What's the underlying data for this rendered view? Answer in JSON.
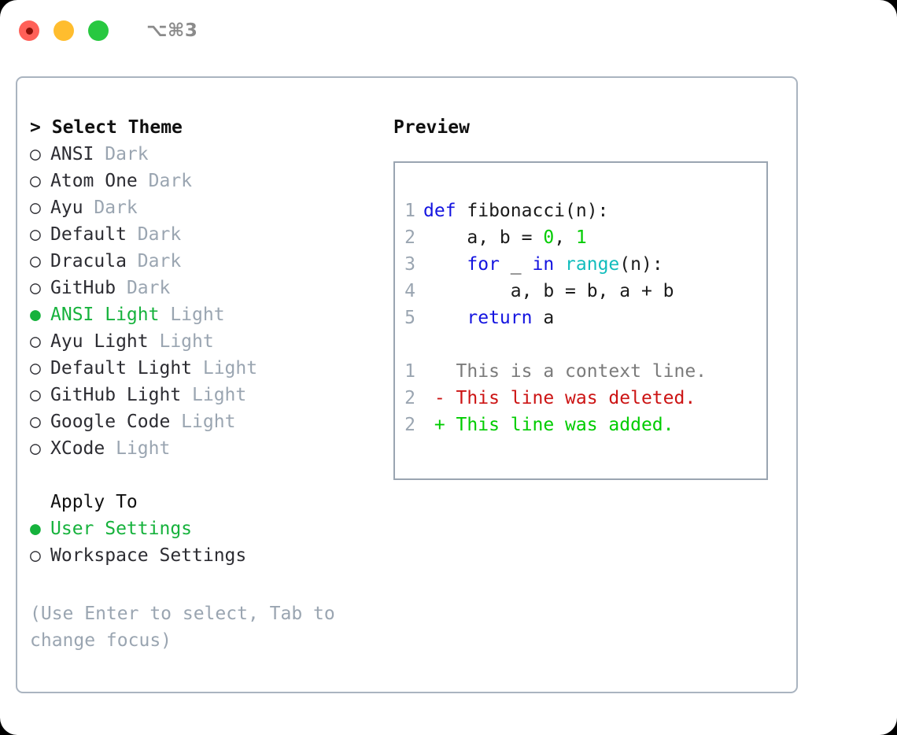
{
  "titlebar": {
    "shortcut": "⌥⌘3",
    "lights": [
      "close-red",
      "minimize-yellow",
      "maximize-green"
    ]
  },
  "theme_picker": {
    "header_marker": ">",
    "header": "Select Theme",
    "items": [
      {
        "marker": "○",
        "label": "ANSI",
        "suffix": "Dark",
        "selected": false
      },
      {
        "marker": "○",
        "label": "Atom One",
        "suffix": "Dark",
        "selected": false
      },
      {
        "marker": "○",
        "label": "Ayu",
        "suffix": "Dark",
        "selected": false
      },
      {
        "marker": "○",
        "label": "Default",
        "suffix": "Dark",
        "selected": false
      },
      {
        "marker": "○",
        "label": "Dracula",
        "suffix": "Dark",
        "selected": false
      },
      {
        "marker": "○",
        "label": "GitHub",
        "suffix": "Dark",
        "selected": false
      },
      {
        "marker": "●",
        "label": "ANSI Light",
        "suffix": "Light",
        "selected": true
      },
      {
        "marker": "○",
        "label": "Ayu Light",
        "suffix": "Light",
        "selected": false
      },
      {
        "marker": "○",
        "label": "Default Light",
        "suffix": "Light",
        "selected": false
      },
      {
        "marker": "○",
        "label": "GitHub Light",
        "suffix": "Light",
        "selected": false
      },
      {
        "marker": "○",
        "label": "Google Code",
        "suffix": "Light",
        "selected": false
      },
      {
        "marker": "○",
        "label": "XCode",
        "suffix": "Light",
        "selected": false
      }
    ]
  },
  "apply_to": {
    "title": "Apply To",
    "items": [
      {
        "marker": "●",
        "label": "User Settings",
        "selected": true
      },
      {
        "marker": "○",
        "label": "Workspace Settings",
        "selected": false
      }
    ]
  },
  "hint": "(Use Enter to select, Tab to change focus)",
  "preview": {
    "title": "Preview",
    "code_lines": [
      {
        "num": "1",
        "tokens": [
          {
            "t": "def ",
            "c": "kw"
          },
          {
            "t": "fibonacci(n):",
            "c": "plain"
          }
        ]
      },
      {
        "num": "2",
        "tokens": [
          {
            "t": "    a, b = ",
            "c": "plain"
          },
          {
            "t": "0",
            "c": "num"
          },
          {
            "t": ", ",
            "c": "plain"
          },
          {
            "t": "1",
            "c": "num"
          }
        ]
      },
      {
        "num": "3",
        "tokens": [
          {
            "t": "    ",
            "c": "plain"
          },
          {
            "t": "for",
            "c": "kw"
          },
          {
            "t": " _ ",
            "c": "plain"
          },
          {
            "t": "in",
            "c": "kw"
          },
          {
            "t": " ",
            "c": "plain"
          },
          {
            "t": "range",
            "c": "fn"
          },
          {
            "t": "(n):",
            "c": "plain"
          }
        ]
      },
      {
        "num": "4",
        "tokens": [
          {
            "t": "        a, b = b, a + b",
            "c": "plain"
          }
        ]
      },
      {
        "num": "5",
        "tokens": [
          {
            "t": "    ",
            "c": "plain"
          },
          {
            "t": "return",
            "c": "kw"
          },
          {
            "t": " a",
            "c": "plain"
          }
        ]
      }
    ],
    "diff_lines": [
      {
        "num": "1",
        "tokens": [
          {
            "t": "   This is a context line.",
            "c": "ctx"
          }
        ]
      },
      {
        "num": "2",
        "tokens": [
          {
            "t": " - This line was deleted.",
            "c": "del"
          }
        ]
      },
      {
        "num": "2",
        "tokens": [
          {
            "t": " + This line was added.",
            "c": "add"
          }
        ]
      }
    ]
  },
  "colors": {
    "accent_green": "#16b23c",
    "muted": "#9aa5b1",
    "keyword_blue": "#1414e0",
    "function_cyan": "#11bdbd",
    "number_green": "#00cc00",
    "diff_delete_red": "#cc1414",
    "diff_add_green": "#00cc00",
    "border": "#aab4c0",
    "light_red": "#ff6058",
    "light_yellow": "#ffbd2e",
    "light_green": "#28c840"
  }
}
